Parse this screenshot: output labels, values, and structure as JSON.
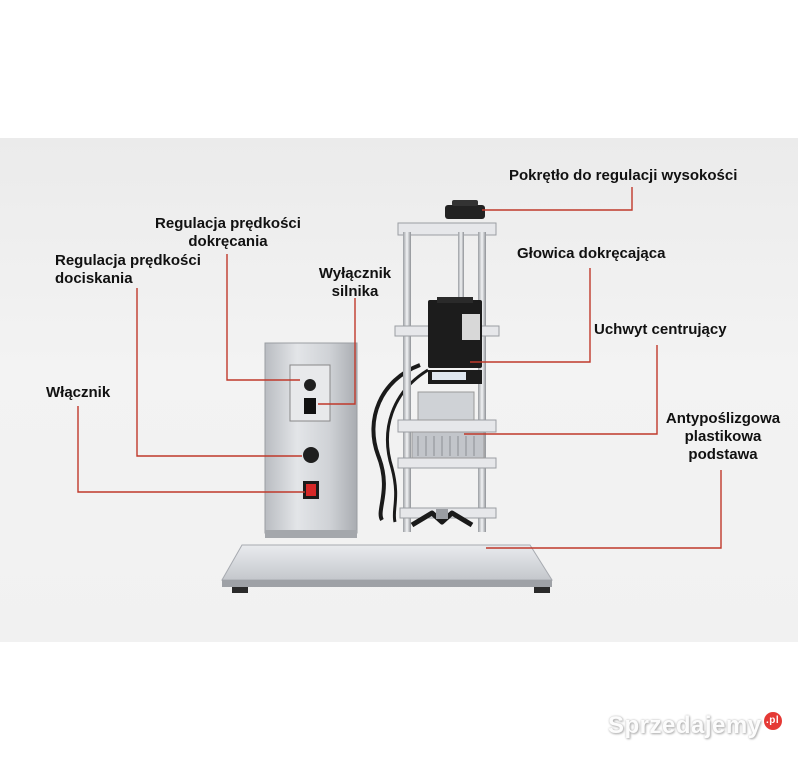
{
  "labels": {
    "height_knob": "Pokrętło do regulacji wysokości",
    "screw_speed_1": "Regulacja prędkości",
    "screw_speed_2": "dokręcania",
    "press_speed_1": "Regulacja prędkości",
    "press_speed_2": "dociskania",
    "motor_switch_1": "Wyłącznik",
    "motor_switch_2": "silnika",
    "capping_head": "Głowica dokręcająca",
    "centering_holder": "Uchwyt centrujący",
    "power_switch": "Włącznik",
    "base_1": "Antypoślizgowa",
    "base_2": "plastikowa",
    "base_3": "podstawa"
  },
  "watermark": {
    "text": "Sprzedajemy",
    "suffix": ".pl"
  },
  "colors": {
    "leader_line": "#c0392b",
    "background_band": "#efefef",
    "steel": "#c8cace",
    "motor": "#1c1c1c",
    "power_button": "#d62828"
  }
}
